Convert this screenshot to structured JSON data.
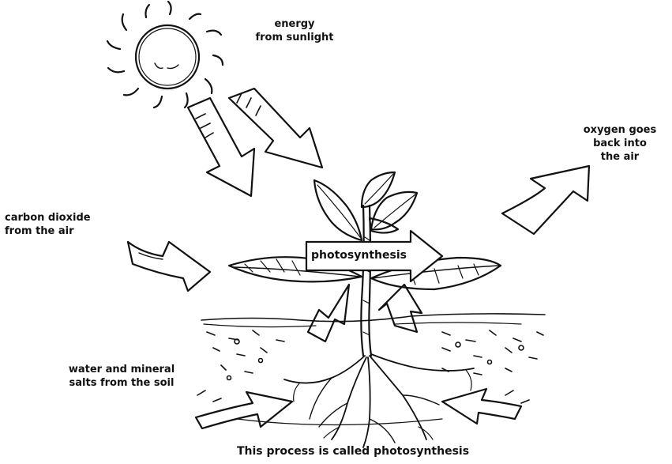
{
  "labels": {
    "energy": [
      "energy",
      "from sunlight"
    ],
    "oxygen": [
      "oxygen goes",
      "back into",
      "the air"
    ],
    "carbon_dioxide": [
      "carbon dioxide",
      "from the air"
    ],
    "water": [
      "water and mineral",
      "salts from the soil"
    ],
    "center": "photosynthesis",
    "caption": "This process is called photosynthesis"
  }
}
